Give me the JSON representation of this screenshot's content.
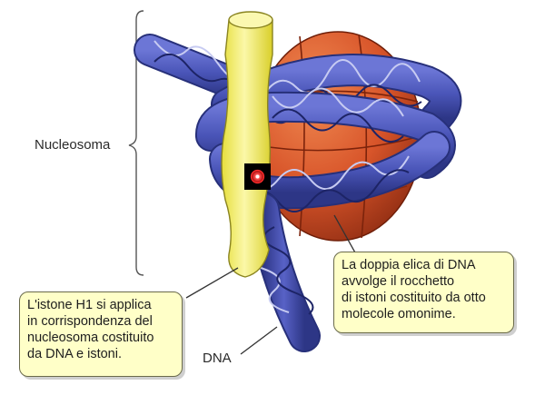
{
  "labels": {
    "nucleosome": "Nucleosoma",
    "dna": "DNA"
  },
  "callouts": {
    "histone_h1": {
      "lines": [
        "L'istone H1 si applica",
        "in corrispondenza del",
        "nucleosoma costituito",
        "da DNA e istoni."
      ]
    },
    "dna_helix": {
      "lines": [
        "La doppia elica di DNA",
        "avvolge il rocchetto",
        "di istoni costituito da otto",
        "molecole omonime."
      ]
    }
  },
  "colors": {
    "dna_blue": "#4a55b8",
    "dna_dark": "#27307a",
    "histone_orange": "#d8552a",
    "h1_yellow": "#f5f07a",
    "callout_fill": "#ffffc8"
  }
}
